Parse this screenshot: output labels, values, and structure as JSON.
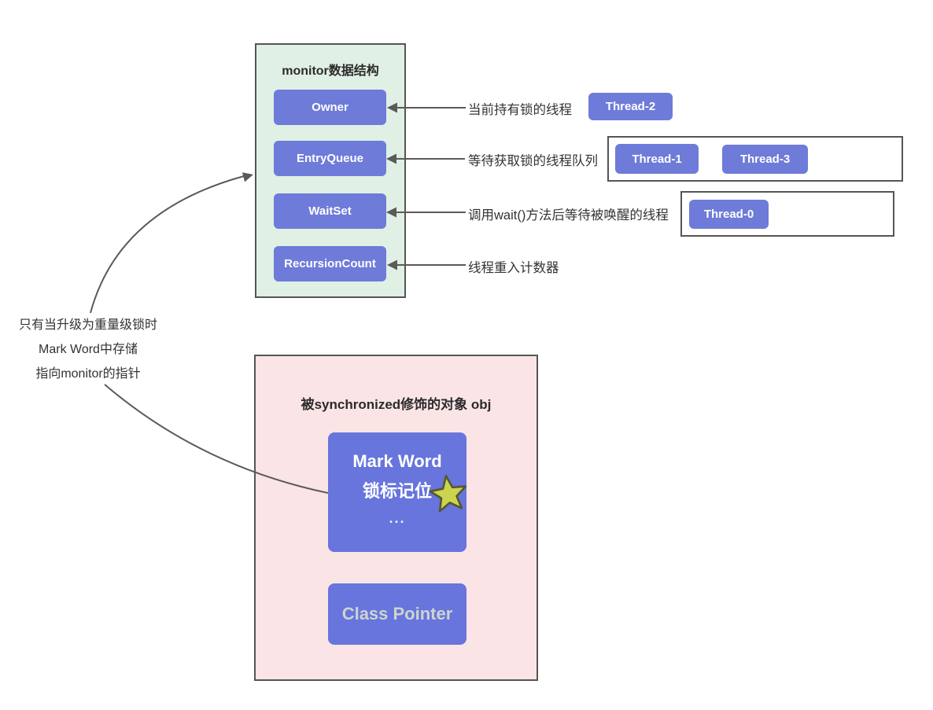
{
  "monitor_box": {
    "title": "monitor数据结构",
    "fields": [
      {
        "label": "Owner"
      },
      {
        "label": "EntryQueue"
      },
      {
        "label": "WaitSet"
      },
      {
        "label": "RecursionCount"
      }
    ]
  },
  "annotations": [
    {
      "label": "当前持有锁的线程"
    },
    {
      "label": "等待获取锁的线程队列"
    },
    {
      "label": "调用wait()方法后等待被唤醒的线程"
    },
    {
      "label": "线程重入计数器"
    }
  ],
  "threads": {
    "owner_thread": "Thread-2",
    "entry_queue_threads": [
      "Thread-1",
      "Thread-3"
    ],
    "wait_set_threads": [
      "Thread-0"
    ]
  },
  "note": {
    "line1": "只有当升级为重量级锁时",
    "line2": "Mark Word中存储",
    "line3": "指向monitor的指针"
  },
  "object_box": {
    "title": "被synchronized修饰的对象 obj",
    "mark_word": {
      "title": "Mark Word",
      "subtitle": "锁标记位",
      "ellipsis": "..."
    },
    "class_pointer_label": "Class Pointer"
  },
  "icons": {
    "star": "star-icon"
  },
  "colors": {
    "accent_purple": "#6e7bd9",
    "monitor_bg": "#e0f0e4",
    "object_bg": "#fae4e6",
    "box_border": "#555555",
    "connector": "#5a5a5a",
    "star_fill": "#ccd34f",
    "star_stroke": "#55572b"
  }
}
